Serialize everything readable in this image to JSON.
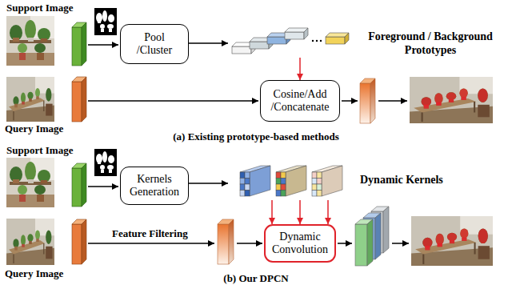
{
  "diagram": {
    "nodes": [
      {
        "text": [
          "Pool /Cluster"
        ]
      },
      {
        "text": [
          "Foreground / Background Prototypes"
        ]
      },
      {
        "text": [
          "Cosine/Add /Concatenate"
        ]
      },
      {
        "text": [
          "Kernels Generation"
        ]
      },
      {
        "text": [
          "Dynamic Kernels"
        ]
      },
      {
        "text": [
          "Dynamic Convolution"
        ]
      }
    ],
    "edges": [
      {
        "from": 0,
        "to": 1,
        "arrow": "to"
      },
      {
        "from": 1,
        "to": 2,
        "arrow": "to"
      },
      {
        "from": 3,
        "to": 4,
        "arrow": "to"
      },
      {
        "from": 4,
        "to": 5,
        "arrow": "to"
      },
      {
        "from": 4,
        "to": 5,
        "arrow": "to"
      },
      {
        "from": 4,
        "to": 5,
        "arrow": "to"
      }
    ],
    "labels": [
      "Support Image",
      "Query Image",
      "(a) Existing prototype-based methods",
      "Support Image",
      "Query Image",
      "Feature Filtering",
      "(b) Our DPCN"
    ]
  }
}
